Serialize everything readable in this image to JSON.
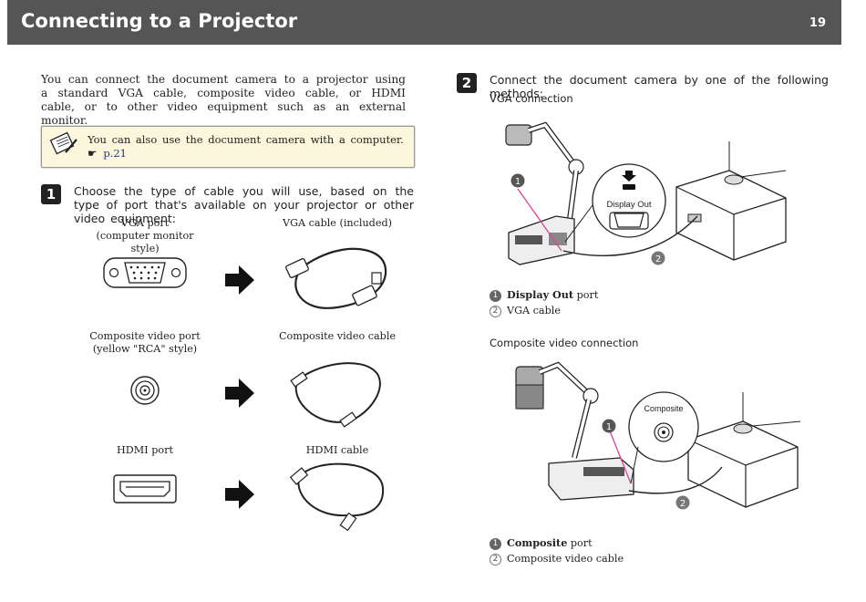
{
  "header": {
    "title": "Connecting to a Projector",
    "page_number": "19"
  },
  "intro": "You can connect the document camera to a projector using a standard VGA cable, composite video cable, or HDMI cable, or to other video equipment such as an external monitor.",
  "note": {
    "text": "You can also use the document camera with a computer.",
    "link": "p.21"
  },
  "step1": {
    "number": "1",
    "text": "Choose the type of cable you will use, based on the type of port that's available on your projector or other video equipment:",
    "rows": [
      {
        "port_label": "VGA port\n(computer monitor style)",
        "cable_label": "VGA cable (included)"
      },
      {
        "port_label": "Composite video port\n(yellow \"RCA\" style)",
        "cable_label": "Composite video cable"
      },
      {
        "port_label": "HDMI port",
        "cable_label": "HDMI cable"
      }
    ]
  },
  "step2": {
    "number": "2",
    "text": "Connect the document camera by one of the following methods:",
    "vga": {
      "heading": "VGA connection",
      "callout_label": "Display Out",
      "legend": [
        {
          "num": "1",
          "bold": "Display Out",
          "rest": " port"
        },
        {
          "num": "2",
          "bold": "",
          "rest": "VGA cable"
        }
      ]
    },
    "composite": {
      "heading": "Composite video connection",
      "callout_label": "Composite",
      "legend": [
        {
          "num": "1",
          "bold": "Composite",
          "rest": " port"
        },
        {
          "num": "2",
          "bold": "",
          "rest": "Composite video cable"
        }
      ]
    }
  },
  "colors": {
    "header_bg": "#555555",
    "note_bg": "#fbf6dc",
    "link": "#1a3a9a",
    "callout_line": "#e0409a"
  }
}
